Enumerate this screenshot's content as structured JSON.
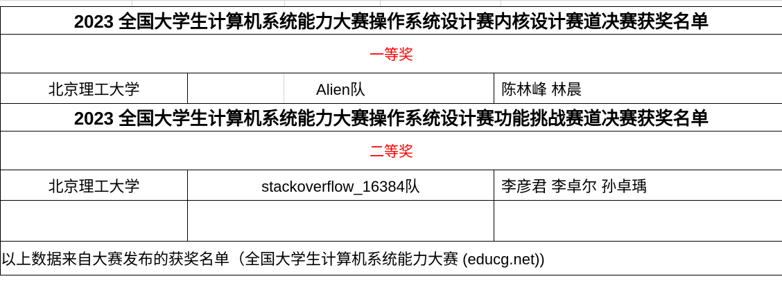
{
  "document": {
    "type": "spreadsheet",
    "accent_red": "#ff0000",
    "text_color": "#000000",
    "border_color": "#000000",
    "gridline_color": "#d4d4d4"
  },
  "sections": [
    {
      "title": "2023 全国大学生计算机系统能力大赛操作系统设计赛内核设计赛道决赛获奖名单",
      "prize": "一等奖",
      "entry": {
        "school": "北京理工大学",
        "team": "Alien队",
        "members": "陈林峰 林晨"
      }
    },
    {
      "title": "2023 全国大学生计算机系统能力大赛操作系统设计赛功能挑战赛道决赛获奖名单",
      "prize": "二等奖",
      "entry": {
        "school": "北京理工大学",
        "team": "stackoverflow_16384队",
        "members": "李彦君 李卓尔 孙卓瑀"
      }
    }
  ],
  "footer": {
    "note": "以上数据来自大赛发布的获奖名单（全国大学生计算机系统能力大赛 (educg.net))"
  }
}
